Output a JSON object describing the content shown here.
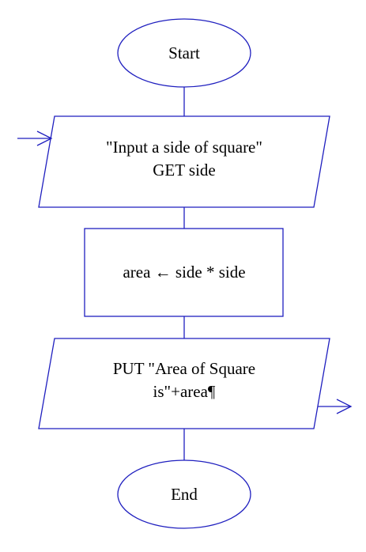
{
  "diagram": {
    "type": "flowchart",
    "stroke_color": "#1f1fbf",
    "text_color": "#000000",
    "background": "#ffffff",
    "nodes": [
      {
        "id": "start",
        "shape": "terminator",
        "lines": [
          "Start"
        ]
      },
      {
        "id": "input",
        "shape": "input-output",
        "lines": [
          "\"Input a side of square\"",
          "GET side"
        ]
      },
      {
        "id": "process",
        "shape": "process",
        "lines": [
          "area ← side * side"
        ]
      },
      {
        "id": "output",
        "shape": "input-output",
        "lines": [
          "PUT \"Area of Square",
          "is\"+area¶"
        ]
      },
      {
        "id": "end",
        "shape": "terminator",
        "lines": [
          "End"
        ]
      }
    ],
    "edges": [
      {
        "from": "start",
        "to": "input"
      },
      {
        "from": "input",
        "to": "process"
      },
      {
        "from": "process",
        "to": "output"
      },
      {
        "from": "output",
        "to": "end"
      }
    ],
    "entry_arrow": {
      "to": "input"
    },
    "exit_arrow": {
      "from": "output"
    }
  }
}
